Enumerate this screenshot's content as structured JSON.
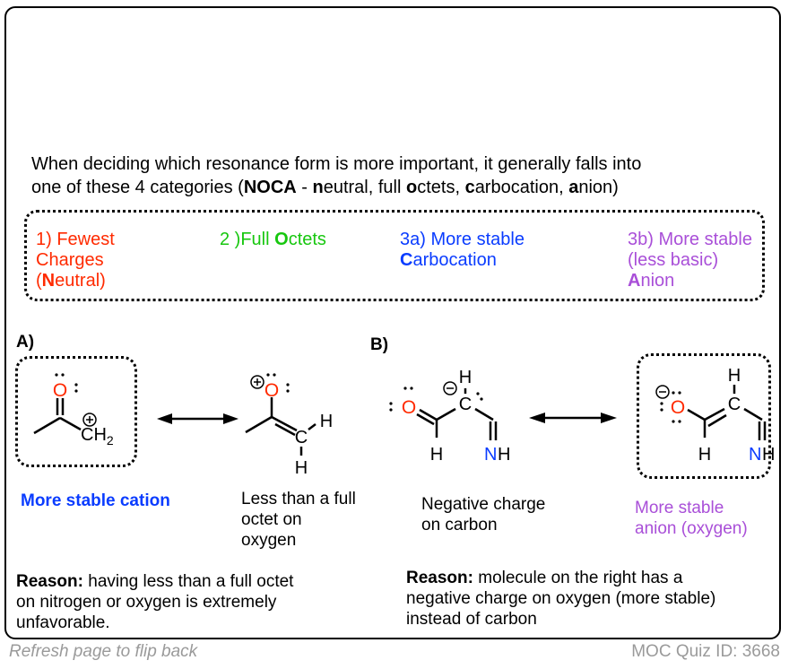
{
  "intro": {
    "line1": "When deciding which resonance form is more important, it generally falls into",
    "line2_pre": "one of these 4 categories (",
    "acronym": "NOCA",
    "sep": " - ",
    "n": "n",
    "n_rest": "eutral, full ",
    "o": "o",
    "o_rest": "ctets, ",
    "c": "c",
    "c_rest": "arbocation, ",
    "a": "a",
    "a_rest": "nion)"
  },
  "categories": [
    {
      "line1": "1) Fewest",
      "line2": "Charges",
      "line3_pre": "(",
      "line3_bold": "N",
      "line3_rest": "eutral)",
      "color": "#ff2a00"
    },
    {
      "line1_pre": "2 )Full ",
      "line1_bold": "O",
      "line1_rest": "ctets",
      "color": "#17c70f"
    },
    {
      "line1": "3a) More stable",
      "line2_bold": "C",
      "line2_rest": "arbocation",
      "color": "#0a3cff"
    },
    {
      "line1": "3b) More stable",
      "line2": "(less basic)",
      "line3_bold": "A",
      "line3_rest": "nion",
      "color": "#a94fd8"
    }
  ],
  "example_a": {
    "label": "A)",
    "left_caption": "More stable cation",
    "right_caption": [
      "Less than a full",
      "octet on",
      "oxygen"
    ],
    "reason_label": "Reason:",
    "reason_lines": [
      " having less than a full octet",
      "on nitrogen or oxygen is extremely",
      "unfavorable."
    ],
    "atoms": {
      "O": "O",
      "CH2_C": "CH",
      "sub2": "2",
      "H": "H",
      "C": "C",
      "plus": "+"
    }
  },
  "example_b": {
    "label": "B)",
    "left_caption": [
      "Negative charge",
      "on carbon"
    ],
    "right_caption": [
      "More stable",
      "anion (oxygen)"
    ],
    "reason_label": "Reason:",
    "reason_lines": [
      " molecule on the right has a",
      "negative charge on oxygen (more stable)",
      "instead of carbon"
    ],
    "atoms": {
      "O": "O",
      "C": "C",
      "H": "H",
      "N": "N",
      "minus": "−"
    }
  },
  "footer": {
    "left": "Refresh page to flip back",
    "right": "MOC Quiz ID: 3668"
  },
  "colors": {
    "oxygen": "#ff2a00",
    "nitrogen": "#0a3cff",
    "cation_caption": "#0a3cff",
    "anion_caption": "#a94fd8",
    "footer": "#9a9a9a"
  }
}
